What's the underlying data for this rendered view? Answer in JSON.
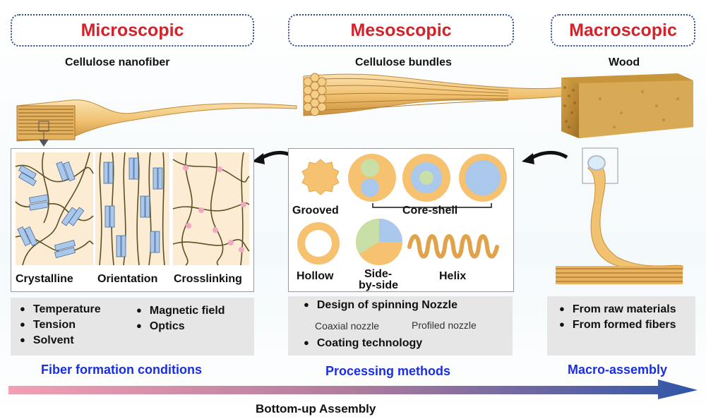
{
  "headers": {
    "micro": "Microscopic",
    "meso": "Mesoscopic",
    "macro": "Macroscopic"
  },
  "subtitles": {
    "nanofiber": "Cellulose nanofiber",
    "bundles": "Cellulose bundles",
    "wood": "Wood"
  },
  "micro_structures": [
    "Crystalline",
    "Orientation",
    "Crosslinking"
  ],
  "fiber_shapes": {
    "grooved": "Grooved",
    "core_shell": "Core-shell",
    "hollow": "Hollow",
    "side_by_side_1": "Side-",
    "side_by_side_2": "by-side",
    "helix": "Helix"
  },
  "conditions": {
    "left": [
      "Temperature",
      "Tension",
      "Solvent"
    ],
    "right": [
      "Magnetic field",
      "Optics"
    ]
  },
  "processing": {
    "nozzle": "Design of spinning Nozzle",
    "coaxial": "Coaxial nozzle",
    "profiled": "Profiled nozzle",
    "coating": "Coating technology"
  },
  "assembly": [
    "From raw materials",
    "From formed fibers"
  ],
  "section_titles": {
    "conditions": "Fiber formation conditions",
    "processing": "Processing methods",
    "macro": "Macro-assembly"
  },
  "bottom_label": "Bottom-up Assembly",
  "colors": {
    "header_text": "#d2232a",
    "section_text": "#1a2ee0",
    "fiber": "#f5c978",
    "fiber_edge": "#d89b3e",
    "crystal": "#a9c8ec",
    "core": "#a9c8ec",
    "side_green": "#c9dfa8",
    "node": "#f2a8c0"
  }
}
